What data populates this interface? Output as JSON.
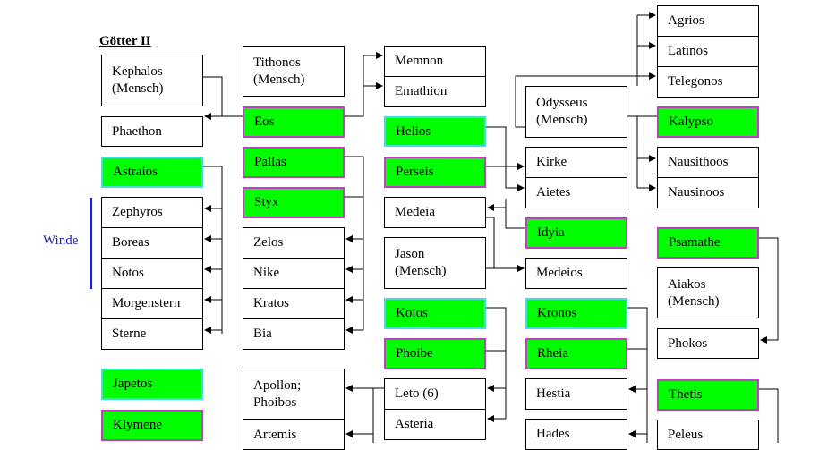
{
  "title": "Götter II",
  "winde_label": "Winde",
  "colors": {
    "god_fill": "#00ff00",
    "god_border": "#c040c0",
    "god_border_alt": "#40e0e0",
    "winde": "#2020c0"
  },
  "nodes": [
    {
      "id": "kephalos",
      "label": "Kephalos\n(Mensch)",
      "god": false
    },
    {
      "id": "phaethon",
      "label": "Phaethon",
      "god": false
    },
    {
      "id": "astraios",
      "label": "Astraios",
      "god": true,
      "alt": true
    },
    {
      "id": "zephyros",
      "label": "Zephyros",
      "god": false
    },
    {
      "id": "boreas",
      "label": "Boreas",
      "god": false
    },
    {
      "id": "notos",
      "label": "Notos",
      "god": false
    },
    {
      "id": "morgenstern",
      "label": "Morgenstern",
      "god": false
    },
    {
      "id": "sterne",
      "label": "Sterne",
      "god": false
    },
    {
      "id": "japetos",
      "label": "Japetos",
      "god": true,
      "alt": true
    },
    {
      "id": "klymene",
      "label": "Klymene",
      "god": true
    },
    {
      "id": "tithonos",
      "label": "Tithonos\n(Mensch)",
      "god": false
    },
    {
      "id": "eos",
      "label": "Eos",
      "god": true
    },
    {
      "id": "pallas",
      "label": "Pallas",
      "god": true
    },
    {
      "id": "styx",
      "label": "Styx",
      "god": true
    },
    {
      "id": "zelos",
      "label": "Zelos",
      "god": false
    },
    {
      "id": "nike",
      "label": "Nike",
      "god": false
    },
    {
      "id": "kratos",
      "label": "Kratos",
      "god": false
    },
    {
      "id": "bia",
      "label": "Bia",
      "god": false
    },
    {
      "id": "apollon",
      "label": "Apollon;\nPhoibos",
      "god": false
    },
    {
      "id": "artemis",
      "label": "Artemis",
      "god": false
    },
    {
      "id": "memnon",
      "label": "Memnon",
      "god": false
    },
    {
      "id": "emathion",
      "label": "Emathion",
      "god": false
    },
    {
      "id": "helios",
      "label": "Helios",
      "god": true,
      "alt": true
    },
    {
      "id": "perseis",
      "label": "Perseis",
      "god": true
    },
    {
      "id": "medeia",
      "label": "Medeia",
      "god": false
    },
    {
      "id": "jason",
      "label": "Jason\n(Mensch)",
      "god": false
    },
    {
      "id": "koios",
      "label": "Koios",
      "god": true,
      "alt": true
    },
    {
      "id": "phoibe",
      "label": "Phoibe",
      "god": true
    },
    {
      "id": "leto",
      "label": "Leto (6)",
      "god": false
    },
    {
      "id": "asteria",
      "label": "Asteria",
      "god": false
    },
    {
      "id": "odysseus",
      "label": "Odysseus\n(Mensch)",
      "god": false
    },
    {
      "id": "kirke",
      "label": "Kirke",
      "god": false
    },
    {
      "id": "aietes",
      "label": "Aietes",
      "god": false
    },
    {
      "id": "idyia",
      "label": "Idyia",
      "god": true
    },
    {
      "id": "medeios",
      "label": "Medeios",
      "god": false
    },
    {
      "id": "kronos",
      "label": "Kronos",
      "god": true,
      "alt": true
    },
    {
      "id": "rheia",
      "label": "Rheia",
      "god": true
    },
    {
      "id": "hestia",
      "label": "Hestia",
      "god": false
    },
    {
      "id": "hades",
      "label": "Hades",
      "god": false
    },
    {
      "id": "agrios",
      "label": "Agrios",
      "god": false
    },
    {
      "id": "latinos",
      "label": "Latinos",
      "god": false
    },
    {
      "id": "telegonos",
      "label": "Telegonos",
      "god": false
    },
    {
      "id": "kalypso",
      "label": "Kalypso",
      "god": true
    },
    {
      "id": "nausithoos",
      "label": "Nausithoos",
      "god": false
    },
    {
      "id": "nausinoos",
      "label": "Nausinoos",
      "god": false
    },
    {
      "id": "psamathe",
      "label": "Psamathe",
      "god": true
    },
    {
      "id": "aiakos",
      "label": "Aiakos\n(Mensch)",
      "god": false
    },
    {
      "id": "phokos",
      "label": "Phokos",
      "god": false
    },
    {
      "id": "thetis",
      "label": "Thetis",
      "god": true
    },
    {
      "id": "peleus",
      "label": "Peleus",
      "god": false
    }
  ]
}
